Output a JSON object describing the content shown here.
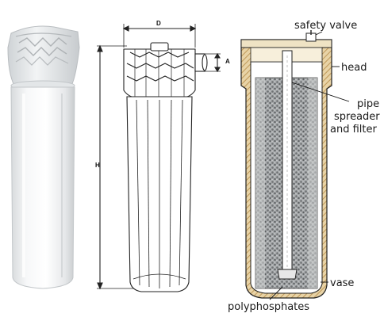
{
  "dimensions": {
    "diameter": "D",
    "height": "H",
    "port": "A"
  },
  "labels": {
    "safety_valve": "safety valve",
    "head": "head",
    "pipe": "pipe",
    "spreader": "spreader",
    "and_filter": "and filter",
    "vase": "vase",
    "polyphosphates": "polyphosphates"
  },
  "colors": {
    "housing_white": "#f4f6f7",
    "cap_shadow": "#d9dde0",
    "outline": "#222222",
    "cutaway_hatch": "#c9a46a",
    "media_gray": "#8d9092"
  }
}
